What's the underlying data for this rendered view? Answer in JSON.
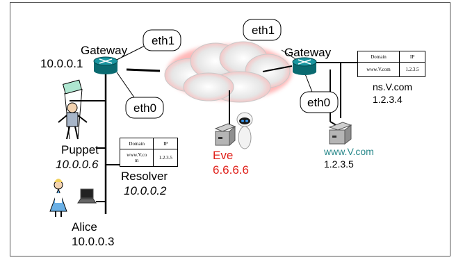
{
  "left": {
    "gateway_label": "Gateway",
    "gateway_ip": "10.0.0.1",
    "eth1": "eth1",
    "eth0": "eth0",
    "puppet_label": "Puppet",
    "puppet_ip": "10.0.0.6",
    "resolver_label": "Resolver",
    "resolver_ip": "10.0.0.2",
    "resolver_table": {
      "headers": [
        "Domain",
        "IP"
      ],
      "row": [
        "www.V.co\nm",
        "1.2.3.5"
      ]
    },
    "alice_label": "Alice",
    "alice_ip": "10.0.0.3"
  },
  "eve": {
    "label": "Eve",
    "ip": "6.6.6.6"
  },
  "right": {
    "gateway_label": "Gateway",
    "eth1": "eth1",
    "eth0": "eth0",
    "ns_label": "ns.V.com",
    "ns_ip": "1.2.3.4",
    "ns_table": {
      "headers": [
        "Domain",
        "IP"
      ],
      "row": [
        "www.V.com",
        "1.2.3.5"
      ]
    },
    "www_label": "www.V.com",
    "www_ip": "1.2.3.5"
  },
  "colors": {
    "router": "#0d7f85",
    "eve_text": "#e0201a",
    "www_text": "#2b8a8c",
    "cloud": "#d8d8d8"
  }
}
